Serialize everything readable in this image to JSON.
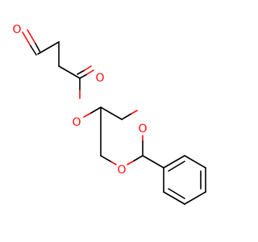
{
  "molecule": {
    "atoms": {
      "aldehyde_o": "O",
      "ester_carbonyl_o": "O",
      "ester_o": "O",
      "ring_o_upper": "O",
      "ring_o_lower": "O"
    },
    "colors": {
      "bond": "#000000",
      "oxygen": "#ff0d0d",
      "background": "#ffffff"
    }
  }
}
